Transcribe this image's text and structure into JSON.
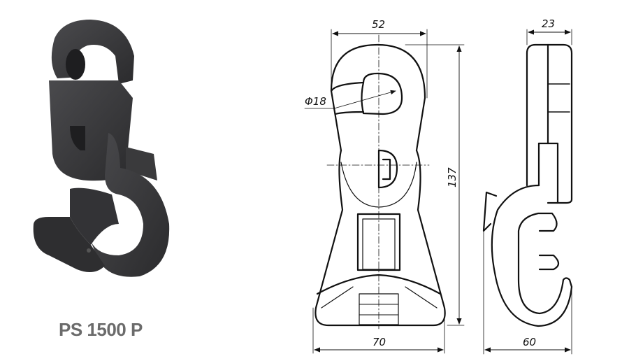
{
  "product": {
    "name": "PS 1500 P",
    "photo_alt": "black plastic suspension clamp"
  },
  "drawing": {
    "front_view": {
      "dim_width_top": "52",
      "dim_hole_diameter": "Φ18",
      "dim_height": "137",
      "dim_width_bottom": "70"
    },
    "side_view": {
      "dim_width_top": "23",
      "dim_width_bottom": "60"
    }
  },
  "colors": {
    "product_body": "#3a3a3c",
    "label_text": "#6b6b6b",
    "drawing_line": "#111111",
    "background": "#ffffff"
  }
}
